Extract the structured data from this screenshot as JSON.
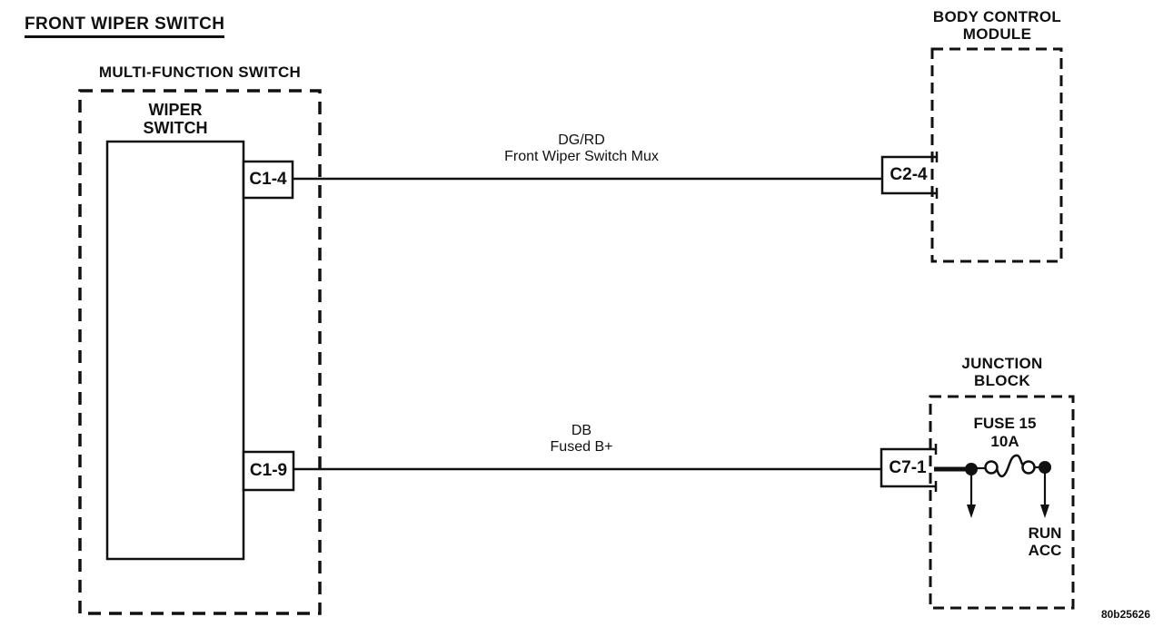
{
  "figure": {
    "title": "FRONT WIPER SWITCH",
    "code": "80b25626"
  },
  "multi_function_switch": {
    "label": "MULTI-FUNCTION SWITCH",
    "wiper_switch": {
      "line1": "WIPER",
      "line2": "SWITCH"
    },
    "connector_top": "C1-4",
    "connector_bottom": "C1-9"
  },
  "body_control_module": {
    "line1": "BODY CONTROL",
    "line2": "MODULE",
    "connector": "C2-4"
  },
  "junction_block": {
    "line1": "JUNCTION",
    "line2": "BLOCK",
    "fuse": {
      "line1": "FUSE 15",
      "line2": "10A"
    },
    "connector": "C7-1",
    "circuit": {
      "line1": "RUN",
      "line2": "ACC"
    }
  },
  "wires": {
    "top": {
      "color": "DG/RD",
      "function": "Front Wiper Switch Mux",
      "from": "C1-4",
      "to": "C2-4"
    },
    "bottom": {
      "color": "DB",
      "function": "Fused B+",
      "from": "C1-9",
      "to": "C7-1"
    }
  },
  "colors": {
    "ink": "#101010",
    "paper": "#ffffff"
  }
}
